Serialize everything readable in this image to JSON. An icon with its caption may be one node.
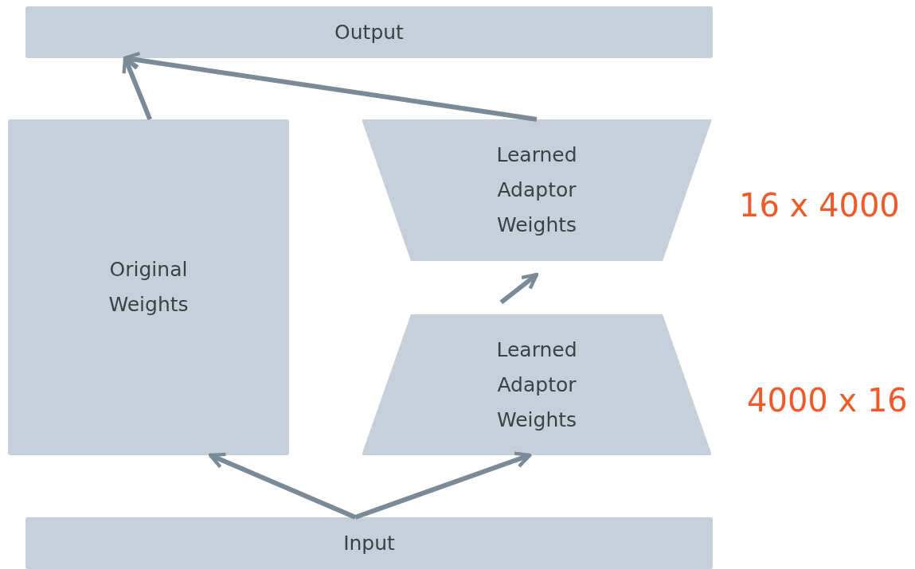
{
  "diagram": {
    "nodes": [
      {
        "text": [
          "Output"
        ]
      },
      {
        "text": [
          "Original Weights"
        ]
      },
      {
        "text": [
          "Learned Adaptor Weights"
        ],
        "beside": [
          "16 x 4000"
        ]
      },
      {
        "text": [
          "Learned Adaptor Weights"
        ],
        "beside": [
          "4000 x 16"
        ]
      },
      {
        "text": [
          "Input"
        ]
      }
    ],
    "edges": [
      {
        "from": 4,
        "to": 1,
        "arrow": "to"
      },
      {
        "from": 4,
        "to": 3,
        "arrow": "to"
      },
      {
        "from": 3,
        "to": 2,
        "arrow": "to"
      },
      {
        "from": 1,
        "to": 0,
        "arrow": "to"
      },
      {
        "from": 2,
        "to": 0,
        "arrow": "to"
      }
    ]
  }
}
